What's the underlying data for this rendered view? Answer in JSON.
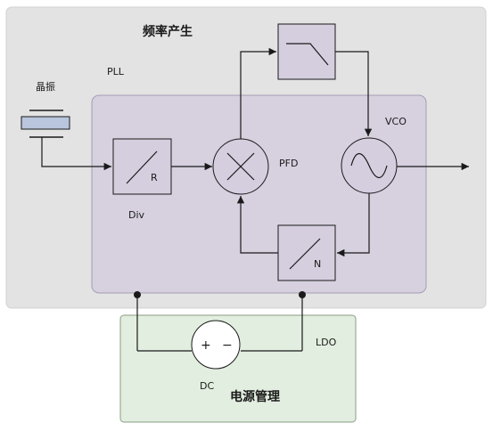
{
  "colors": {
    "freq_panel": "#e3e3e3",
    "pll_panel": "#d6d0df",
    "block_fill": "#d4cedf",
    "power_panel": "#e2eedf",
    "power_border": "#8a9e86",
    "line": "#1a1a1a"
  },
  "sections": {
    "freq_gen_title": "频率产生",
    "pll_label": "PLL",
    "power_title": "电源管理"
  },
  "crystal": {
    "label": "晶振"
  },
  "blocks": {
    "div": {
      "label": "Div",
      "symbol": "R"
    },
    "pfd": {
      "label": "PFD"
    },
    "vco": {
      "label": "VCO"
    },
    "loop_filter": {
      "label": ""
    },
    "feedback_div": {
      "symbol": "N"
    }
  },
  "power": {
    "dc": {
      "label": "DC",
      "plus": "+",
      "minus": "−"
    },
    "ldo": {
      "label": "LDO"
    }
  },
  "icons": {
    "filter": "lowpass-filter-icon",
    "vco": "sine-wave-icon",
    "pfd": "cross-circle-icon",
    "div": "diagonal-slash-icon"
  }
}
